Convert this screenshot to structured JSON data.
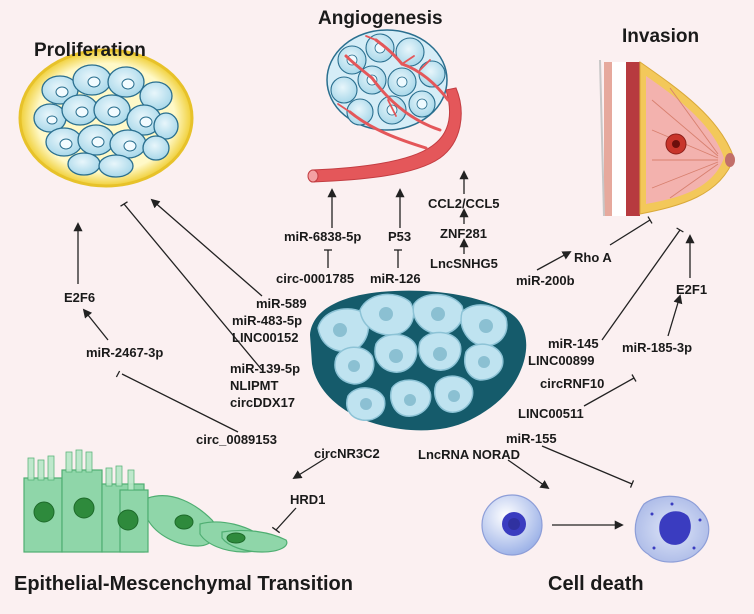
{
  "headings": {
    "proliferation": "Proliferation",
    "angiogenesis": "Angiogenesis",
    "invasion": "Invasion",
    "emt": "Epithelial-Mescenchymal Transition",
    "cell_death": "Cell death"
  },
  "nodes": {
    "e2f6": "E2F6",
    "mir_2467": "miR-2467-3p",
    "circ_0089153": "circ_0089153",
    "mir_589": "miR-589",
    "mir_483": "miR-483-5p",
    "linc00152": "LINC00152",
    "mir_139": "miR-139-5p",
    "nlipmt": "NLIPMT",
    "circddx17": "circDDX17",
    "mir_6838": "miR-6838-5p",
    "circ_0001785": "circ-0001785",
    "p53": "P53",
    "mir_126": "miR-126",
    "ccl2": "CCL2/CCL5",
    "znf281": "ZNF281",
    "lncsnhg5": "LncSNHG5",
    "rhoa": "Rho A",
    "mir_200b": "miR-200b",
    "mir_145": "miR-145",
    "linc00899": "LINC00899",
    "circrnf10": "circRNF10",
    "e2f1": "E2F1",
    "mir_185": "miR-185-3p",
    "linc00511": "LINC00511",
    "mir_155": "miR-155",
    "lncrna_norad": "LncRNA NORAD",
    "circnr3c2": "circNR3C2",
    "hrd1": "HRD1"
  },
  "colors": {
    "background": "#fbf0f1",
    "cell_fill": "#bfe3f0",
    "cell_stroke": "#2a6f8f",
    "vessel": "#e4575a",
    "emt_cell": "#8fd6a9",
    "nucleus_green": "#2e8a3c",
    "dying_cell": "#5a5cc8"
  }
}
